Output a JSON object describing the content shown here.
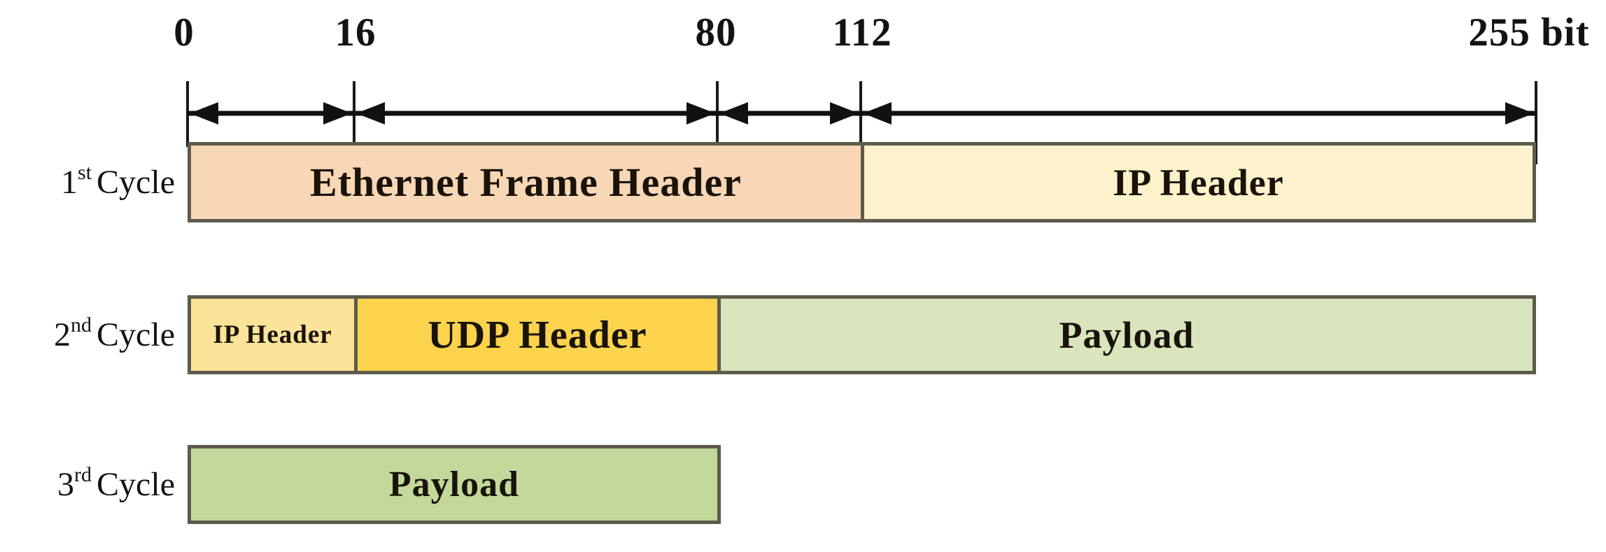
{
  "axis": {
    "unit": "bit",
    "ticks": [
      {
        "label": "0",
        "value": 0
      },
      {
        "label": "16",
        "value": 16
      },
      {
        "label": "80",
        "value": 80
      },
      {
        "label": "112",
        "value": 112
      },
      {
        "label": "255 bit",
        "value": 255
      }
    ]
  },
  "rows": [
    {
      "cycle": {
        "number": "1",
        "ordinal": "st",
        "word": "Cycle"
      },
      "segments": [
        {
          "label": "Ethernet Frame Header",
          "color": "#f8d7b6",
          "from_bit": 0,
          "to_bit": 112
        },
        {
          "label": "IP Header",
          "color": "#fdf2cb",
          "from_bit": 112,
          "to_bit": 255
        }
      ]
    },
    {
      "cycle": {
        "number": "2",
        "ordinal": "nd",
        "word": "Cycle"
      },
      "segments": [
        {
          "label": "IP Header",
          "color": "#fbe499",
          "from_bit": 0,
          "to_bit": 16
        },
        {
          "label": "UDP Header",
          "color": "#fbd34d",
          "from_bit": 16,
          "to_bit": 80
        },
        {
          "label": "Payload",
          "color": "#d8e5bd",
          "from_bit": 80,
          "to_bit": 255
        }
      ]
    },
    {
      "cycle": {
        "number": "3",
        "ordinal": "rd",
        "word": "Cycle"
      },
      "segments": [
        {
          "label": "Payload",
          "color": "#c3d89b",
          "from_bit": 0,
          "to_bit": 80
        }
      ]
    }
  ],
  "palette": {
    "box_border": "#5d5b4c",
    "axis_line": "#1a1a1a",
    "text": "#191309",
    "background": "#ffffff"
  }
}
